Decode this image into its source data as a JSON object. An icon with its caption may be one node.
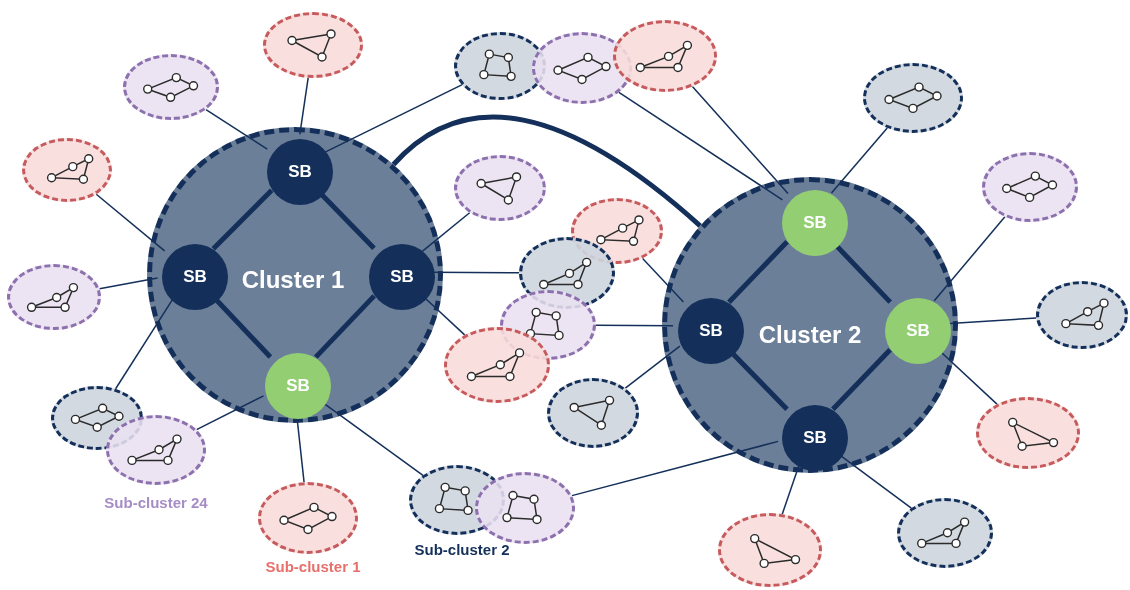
{
  "diagram": {
    "nodes": [
      {
        "text": [
          "Cluster 1"
        ]
      },
      {
        "text": [
          "SB"
        ],
        "in": 0
      },
      {
        "text": [
          "SB"
        ],
        "in": 0
      },
      {
        "text": [
          "SB"
        ],
        "in": 0
      },
      {
        "text": [
          "SB"
        ],
        "in": 0
      },
      {
        "text": [
          "Cluster 2"
        ]
      },
      {
        "text": [
          "SB"
        ],
        "in": 5
      },
      {
        "text": [
          "SB"
        ],
        "in": 5
      },
      {
        "text": [
          "SB"
        ],
        "in": 5
      },
      {
        "text": [
          "SB"
        ],
        "in": 5
      },
      {
        "text": [],
        "shape": "ellipse"
      },
      {
        "text": [],
        "shape": "ellipse"
      },
      {
        "text": [],
        "shape": "ellipse"
      },
      {
        "text": [],
        "shape": "ellipse"
      },
      {
        "text": [],
        "shape": "ellipse"
      },
      {
        "text": [],
        "shape": "ellipse",
        "beside": [
          "Sub-cluster 24"
        ]
      },
      {
        "text": [],
        "shape": "ellipse",
        "beside": [
          "Sub-cluster 1"
        ]
      },
      {
        "text": [],
        "shape": "ellipse",
        "beside": [
          "Sub-cluster 2"
        ]
      },
      {
        "text": [],
        "shape": "ellipse"
      },
      {
        "text": [],
        "shape": "ellipse"
      },
      {
        "text": [],
        "shape": "ellipse"
      },
      {
        "text": [],
        "shape": "ellipse"
      },
      {
        "text": [],
        "shape": "ellipse"
      },
      {
        "text": [],
        "shape": "ellipse"
      },
      {
        "text": [],
        "shape": "ellipse"
      },
      {
        "text": [],
        "shape": "ellipse"
      },
      {
        "text": [],
        "shape": "ellipse"
      },
      {
        "text": [],
        "shape": "ellipse"
      },
      {
        "text": [],
        "shape": "ellipse"
      },
      {
        "text": [],
        "shape": "ellipse"
      },
      {
        "text": [],
        "shape": "ellipse"
      },
      {
        "text": [],
        "shape": "ellipse"
      },
      {
        "text": [],
        "shape": "ellipse"
      },
      {
        "text": [],
        "shape": "ellipse"
      }
    ],
    "edges": [
      {
        "from": 0,
        "to": 5,
        "arrow": "none",
        "style": "thick"
      },
      {
        "from": 1,
        "to": 2,
        "arrow": "none",
        "style": "thick"
      },
      {
        "from": 1,
        "to": 3,
        "arrow": "none",
        "style": "thick"
      },
      {
        "from": 2,
        "to": 4,
        "arrow": "none",
        "style": "thick"
      },
      {
        "from": 3,
        "to": 4,
        "arrow": "none",
        "style": "thick"
      },
      {
        "from": 6,
        "to": 7,
        "arrow": "none",
        "style": "thick"
      },
      {
        "from": 6,
        "to": 8,
        "arrow": "none",
        "style": "thick"
      },
      {
        "from": 7,
        "to": 9,
        "arrow": "none",
        "style": "thick"
      },
      {
        "from": 8,
        "to": 9,
        "arrow": "none",
        "style": "thick"
      },
      {
        "from": 1,
        "to": 10,
        "arrow": "none"
      },
      {
        "from": 1,
        "to": 11,
        "arrow": "none"
      },
      {
        "from": 1,
        "to": 20,
        "arrow": "none"
      },
      {
        "from": 2,
        "to": 12,
        "arrow": "none"
      },
      {
        "from": 2,
        "to": 13,
        "arrow": "none"
      },
      {
        "from": 2,
        "to": 14,
        "arrow": "none"
      },
      {
        "from": 3,
        "to": 19,
        "arrow": "none"
      },
      {
        "from": 3,
        "to": 24,
        "arrow": "none"
      },
      {
        "from": 3,
        "to": 26,
        "arrow": "none"
      },
      {
        "from": 4,
        "to": 15,
        "arrow": "none"
      },
      {
        "from": 4,
        "to": 16,
        "arrow": "none"
      },
      {
        "from": 4,
        "to": 17,
        "arrow": "none"
      },
      {
        "from": 6,
        "to": 21,
        "arrow": "none"
      },
      {
        "from": 6,
        "to": 22,
        "arrow": "none"
      },
      {
        "from": 6,
        "to": 28,
        "arrow": "none"
      },
      {
        "from": 7,
        "to": 23,
        "arrow": "none"
      },
      {
        "from": 7,
        "to": 25,
        "arrow": "none"
      },
      {
        "from": 7,
        "to": 27,
        "arrow": "none"
      },
      {
        "from": 8,
        "to": 29,
        "arrow": "none"
      },
      {
        "from": 8,
        "to": 30,
        "arrow": "none"
      },
      {
        "from": 8,
        "to": 31,
        "arrow": "none"
      },
      {
        "from": 9,
        "to": 18,
        "arrow": "none"
      },
      {
        "from": 9,
        "to": 33,
        "arrow": "none"
      },
      {
        "from": 9,
        "to": 32,
        "arrow": "none"
      }
    ]
  }
}
